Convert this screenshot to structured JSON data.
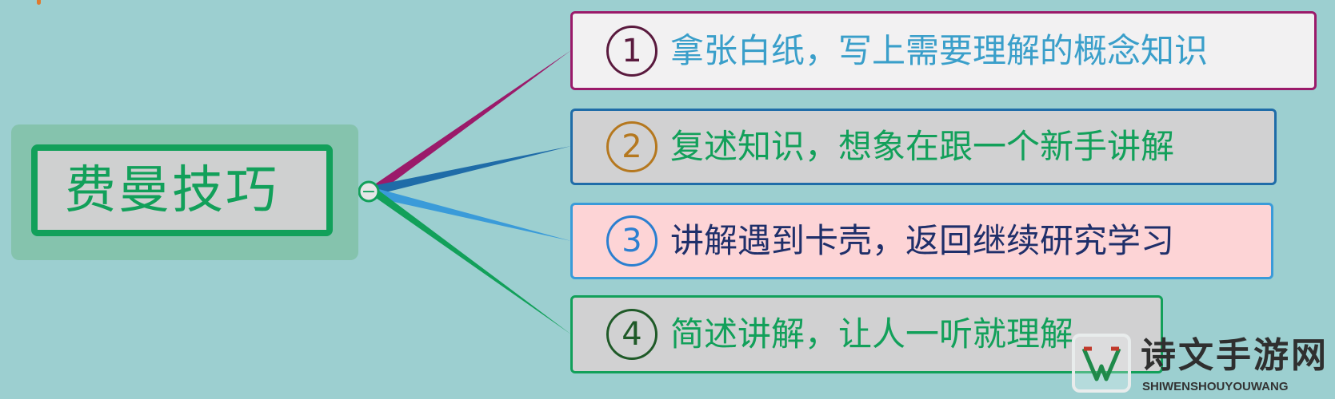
{
  "root": {
    "label": "费曼技巧",
    "collapse_symbol": "−"
  },
  "branches": [
    {
      "number": "1",
      "text": "拿张白纸，写上需要理解的概念知识"
    },
    {
      "number": "2",
      "text": "复述知识，想象在跟一个新手讲解"
    },
    {
      "number": "3",
      "text": "讲解遇到卡壳，返回继续研究学习"
    },
    {
      "number": "4",
      "text": "简述讲解，让人一听就理解"
    }
  ],
  "watermark": {
    "title": "诗文手游网",
    "subtitle": "SHIWENSHOUYOUWANG"
  },
  "colors": {
    "background": "#9ccfd0",
    "root_green": "#12a05a",
    "branch1": "#9b1a6a",
    "branch2": "#1f6ca8",
    "branch3": "#3a9bd9",
    "branch4": "#12a05a"
  }
}
